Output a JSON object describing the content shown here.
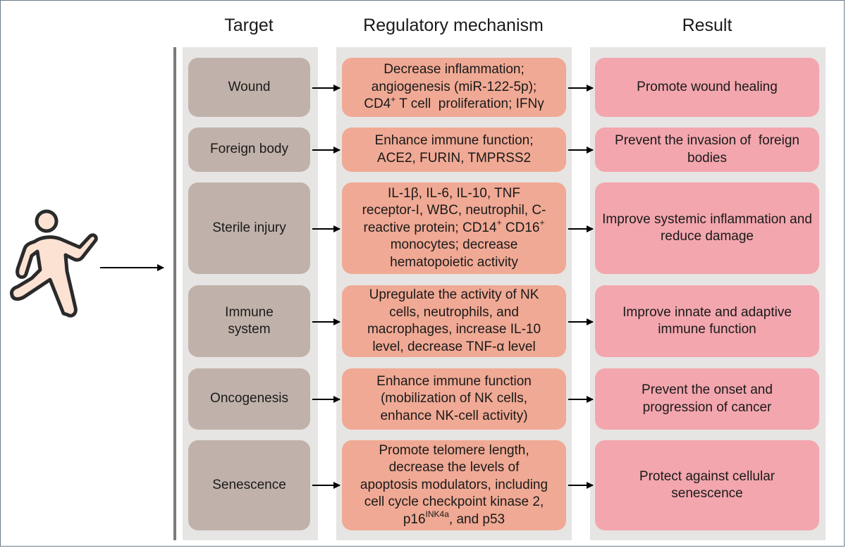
{
  "headers": {
    "target": "Target",
    "mechanism": "Regulatory mechanism",
    "result": "Result"
  },
  "runner_icon": "running-person-icon",
  "colors": {
    "target_box": "#c0b2aa",
    "mechanism_box": "#f0a994",
    "result_box": "#f3a6ae",
    "column_background": "#e6e5e3"
  },
  "rows": [
    {
      "target": "Wound",
      "mechanism": [
        "Decrease inflammation;",
        "angiogenesis (miR-122-5p);",
        "CD4",
        "+",
        " T cell  proliferation; IFNγ"
      ],
      "result": "Promote wound healing"
    },
    {
      "target": "Foreign body",
      "mechanism": [
        "Enhance immune function;",
        "ACE2, FURIN, TMPRSS2"
      ],
      "result": "Prevent the invasion of  foreign bodies"
    },
    {
      "target": "Sterile injury",
      "mechanism": [
        "IL-1β, IL-6, IL-10, TNF",
        "receptor-I, WBC, neutrophil, C-",
        "reactive protein; CD14",
        "+",
        " CD16",
        "+",
        "monocytes; decrease",
        "hematopoietic activity"
      ],
      "result": "Improve systemic inflammation and reduce damage"
    },
    {
      "target": "Immune system",
      "mechanism": [
        "Upregulate the activity of NK",
        "cells, neutrophils, and",
        "macrophages, increase IL-10",
        "level, decrease TNF-α level"
      ],
      "result": "Improve innate and adaptive immune function"
    },
    {
      "target": "Oncogenesis",
      "mechanism": [
        "Enhance immune function",
        "(mobilization of NK cells,",
        "enhance NK-cell activity)"
      ],
      "result": "Prevent the onset and progression of cancer"
    },
    {
      "target": "Senescence",
      "mechanism": [
        "Promote telomere length,",
        "decrease the levels of",
        "apoptosis modulators, including",
        "cell cycle checkpoint kinase 2,",
        "p16",
        "INK4a",
        ", and p53"
      ],
      "result": "Protect against cellular senescence"
    }
  ]
}
